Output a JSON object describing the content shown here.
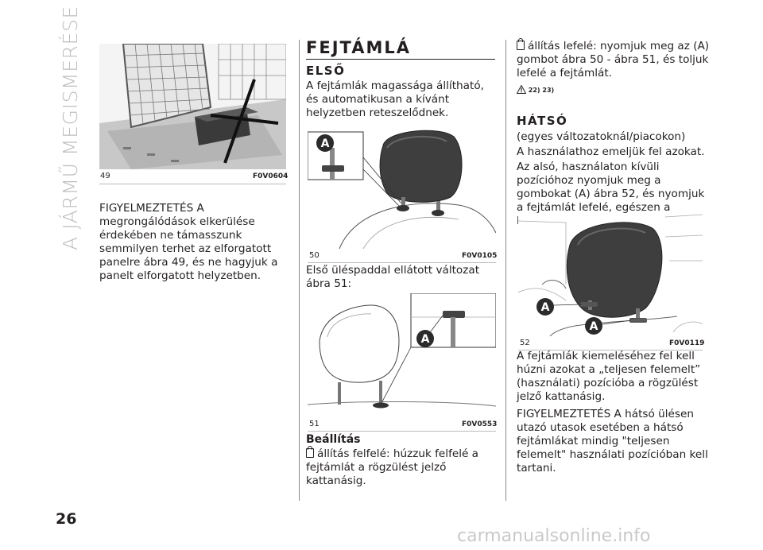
{
  "side_title": "A JÁRMŰ MEGISMERÉSE",
  "page_number": "26",
  "watermark": "carmanualsonline.info",
  "col1": {
    "fig49_num": "49",
    "fig49_code": "F0V0604",
    "warning_text": "FIGYELMEZTETÉS A megrongálódások elkerülése érdekében ne támasszunk semmilyen terhet az elforgatott panelre ábra 49, és ne hagyjuk a panelt elforgatott helyzetben."
  },
  "col2": {
    "heading": "FEJTÁMLÁ",
    "subheading": "ELSŐ",
    "intro": "A fejtámlák magassága állítható, és automatikusan a kívánt helyzetben reteszelődnek.",
    "fig50_num": "50",
    "fig50_code": "F0V0105",
    "fig50_label": "A",
    "seat_text": "Első üléspaddal ellátott változat ábra 51:",
    "fig51_num": "51",
    "fig51_code": "F0V0553",
    "fig51_label": "A",
    "beallitas": "Beállítás",
    "raise_text": "állítás felfelé: húzzuk felfelé a fejtámlát a rögzülést jelző kattanásig."
  },
  "col3": {
    "lower_text": "állítás lefelé: nyomjuk meg az (A) gombot ábra 50 - ábra 51, és toljuk lefelé a fejtámlát.",
    "refs": "22) 23)",
    "subheading": "HÁTSÓ",
    "variant": "(egyes változatoknál/piacokon)",
    "use_text": "A használathoz emeljük fel azokat.",
    "lower_rear": "Az alsó, használaton kívüli pozícióhoz nyomjuk meg a gombokat (A) ábra 52, és nyomjuk a fejtámlát lefelé, egészen a háttámlában lévő helyébe.",
    "fig52_num": "52",
    "fig52_code": "F0V0119",
    "fig52_label_a": "A",
    "fig52_label_b": "A",
    "remove_text": "A fejtámlák kiemeléséhez fel kell húzni azokat a „teljesen felemelt” (használati) pozícióba a rögzülést jelző kattanásig.",
    "warning_rear": "FIGYELMEZTETÉS A hátsó ülésen utazó utasok esetében a hátsó fejtámlákat mindig \"teljesen felemelt\" használati pozícióban kell tartani."
  }
}
